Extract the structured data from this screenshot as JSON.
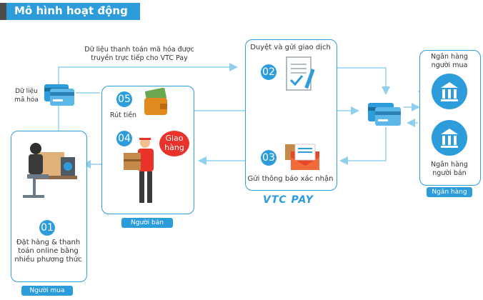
{
  "title": "Mô hình hoạt động",
  "top_message": {
    "line1": "Dữ liệu thanh toán mã hóa được",
    "line2": "truyền trực tiếp cho VTC Pay"
  },
  "encrypted_data": {
    "line1": "Dữ liệu",
    "line2": "mã hóa"
  },
  "steps": {
    "s01": {
      "num": "01",
      "line1": "Đặt hàng & thanh",
      "line2": "toán online bằng",
      "line3": "nhiều phương thức"
    },
    "s02": {
      "num": "02",
      "label": "Duyệt và gửi giao dịch"
    },
    "s03": {
      "num": "03",
      "label": "Gửi thông báo xác nhận"
    },
    "s04": {
      "num": "04",
      "bubble_line1": "Giao",
      "bubble_line2": "hàng"
    },
    "s05": {
      "num": "05",
      "label": "Rút tiền"
    }
  },
  "banks": {
    "buyer": {
      "line1": "Ngân hàng",
      "line2": "người mua"
    },
    "seller": {
      "line1": "Ngân hàng",
      "line2": "người bán"
    }
  },
  "tabs": {
    "buyer": "Người mua",
    "seller": "Người bán",
    "bank": "Ngân hàng"
  },
  "logo": {
    "text": "VTC PAY"
  },
  "colors": {
    "primary": "#2d9cdb",
    "dark": "#4d4d4d",
    "light_arrow": "#8fd0ef",
    "accent_red": "#e8322a"
  }
}
